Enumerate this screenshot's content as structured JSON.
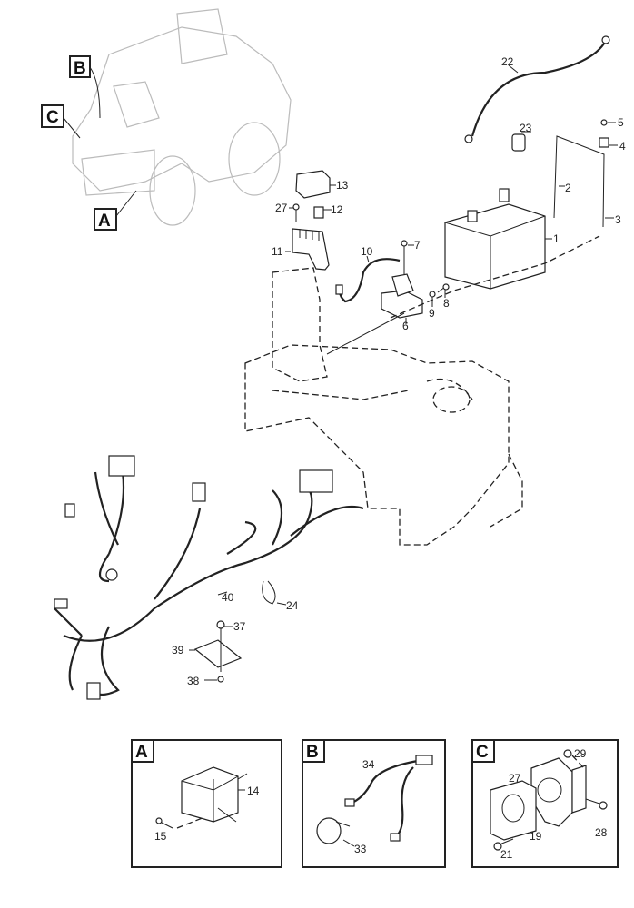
{
  "callouts": {
    "main": {
      "p1": "1",
      "p2": "2",
      "p3": "3",
      "p4": "4",
      "p5": "5",
      "p6": "6",
      "p7": "7",
      "p8": "8",
      "p9": "9",
      "p10": "10",
      "p11": "11",
      "p12": "12",
      "p13": "13",
      "p22": "22",
      "p23": "23",
      "p24": "24",
      "p27": "27",
      "p37": "37",
      "p38": "38",
      "p39": "39",
      "p40": "40"
    },
    "overview_letters": {
      "a": "A",
      "b": "B",
      "c": "C"
    },
    "inset_a": {
      "letter": "A",
      "p14": "14",
      "p15": "15"
    },
    "inset_b": {
      "letter": "B",
      "p33": "33",
      "p34": "34"
    },
    "inset_c": {
      "letter": "C",
      "p19": "19",
      "p21": "21",
      "p27": "27",
      "p28": "28",
      "p29": "29"
    }
  }
}
